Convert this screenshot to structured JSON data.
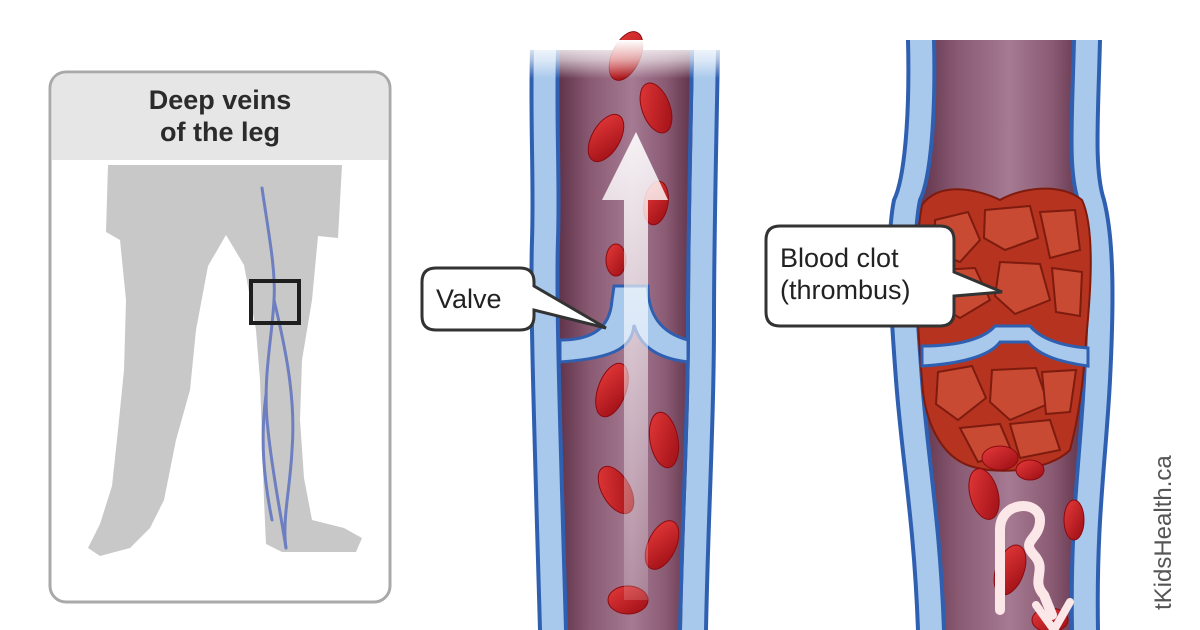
{
  "panel": {
    "title_line1": "Deep veins",
    "title_line2": "of the leg"
  },
  "labels": {
    "valve": "Valve",
    "clot_line1": "Blood clot",
    "clot_line2": "(thrombus)"
  },
  "watermark": "tKidsHealth.ca",
  "colors": {
    "vein_wall": "#2f5fb0",
    "vein_fluid": "#a8c8ec",
    "lumen": "#7a4a63",
    "blood_cell": "#c8161f",
    "clot": "#b5331f",
    "leg_silhouette": "#c8c8c8",
    "leg_vein": "#6d7fc0"
  }
}
